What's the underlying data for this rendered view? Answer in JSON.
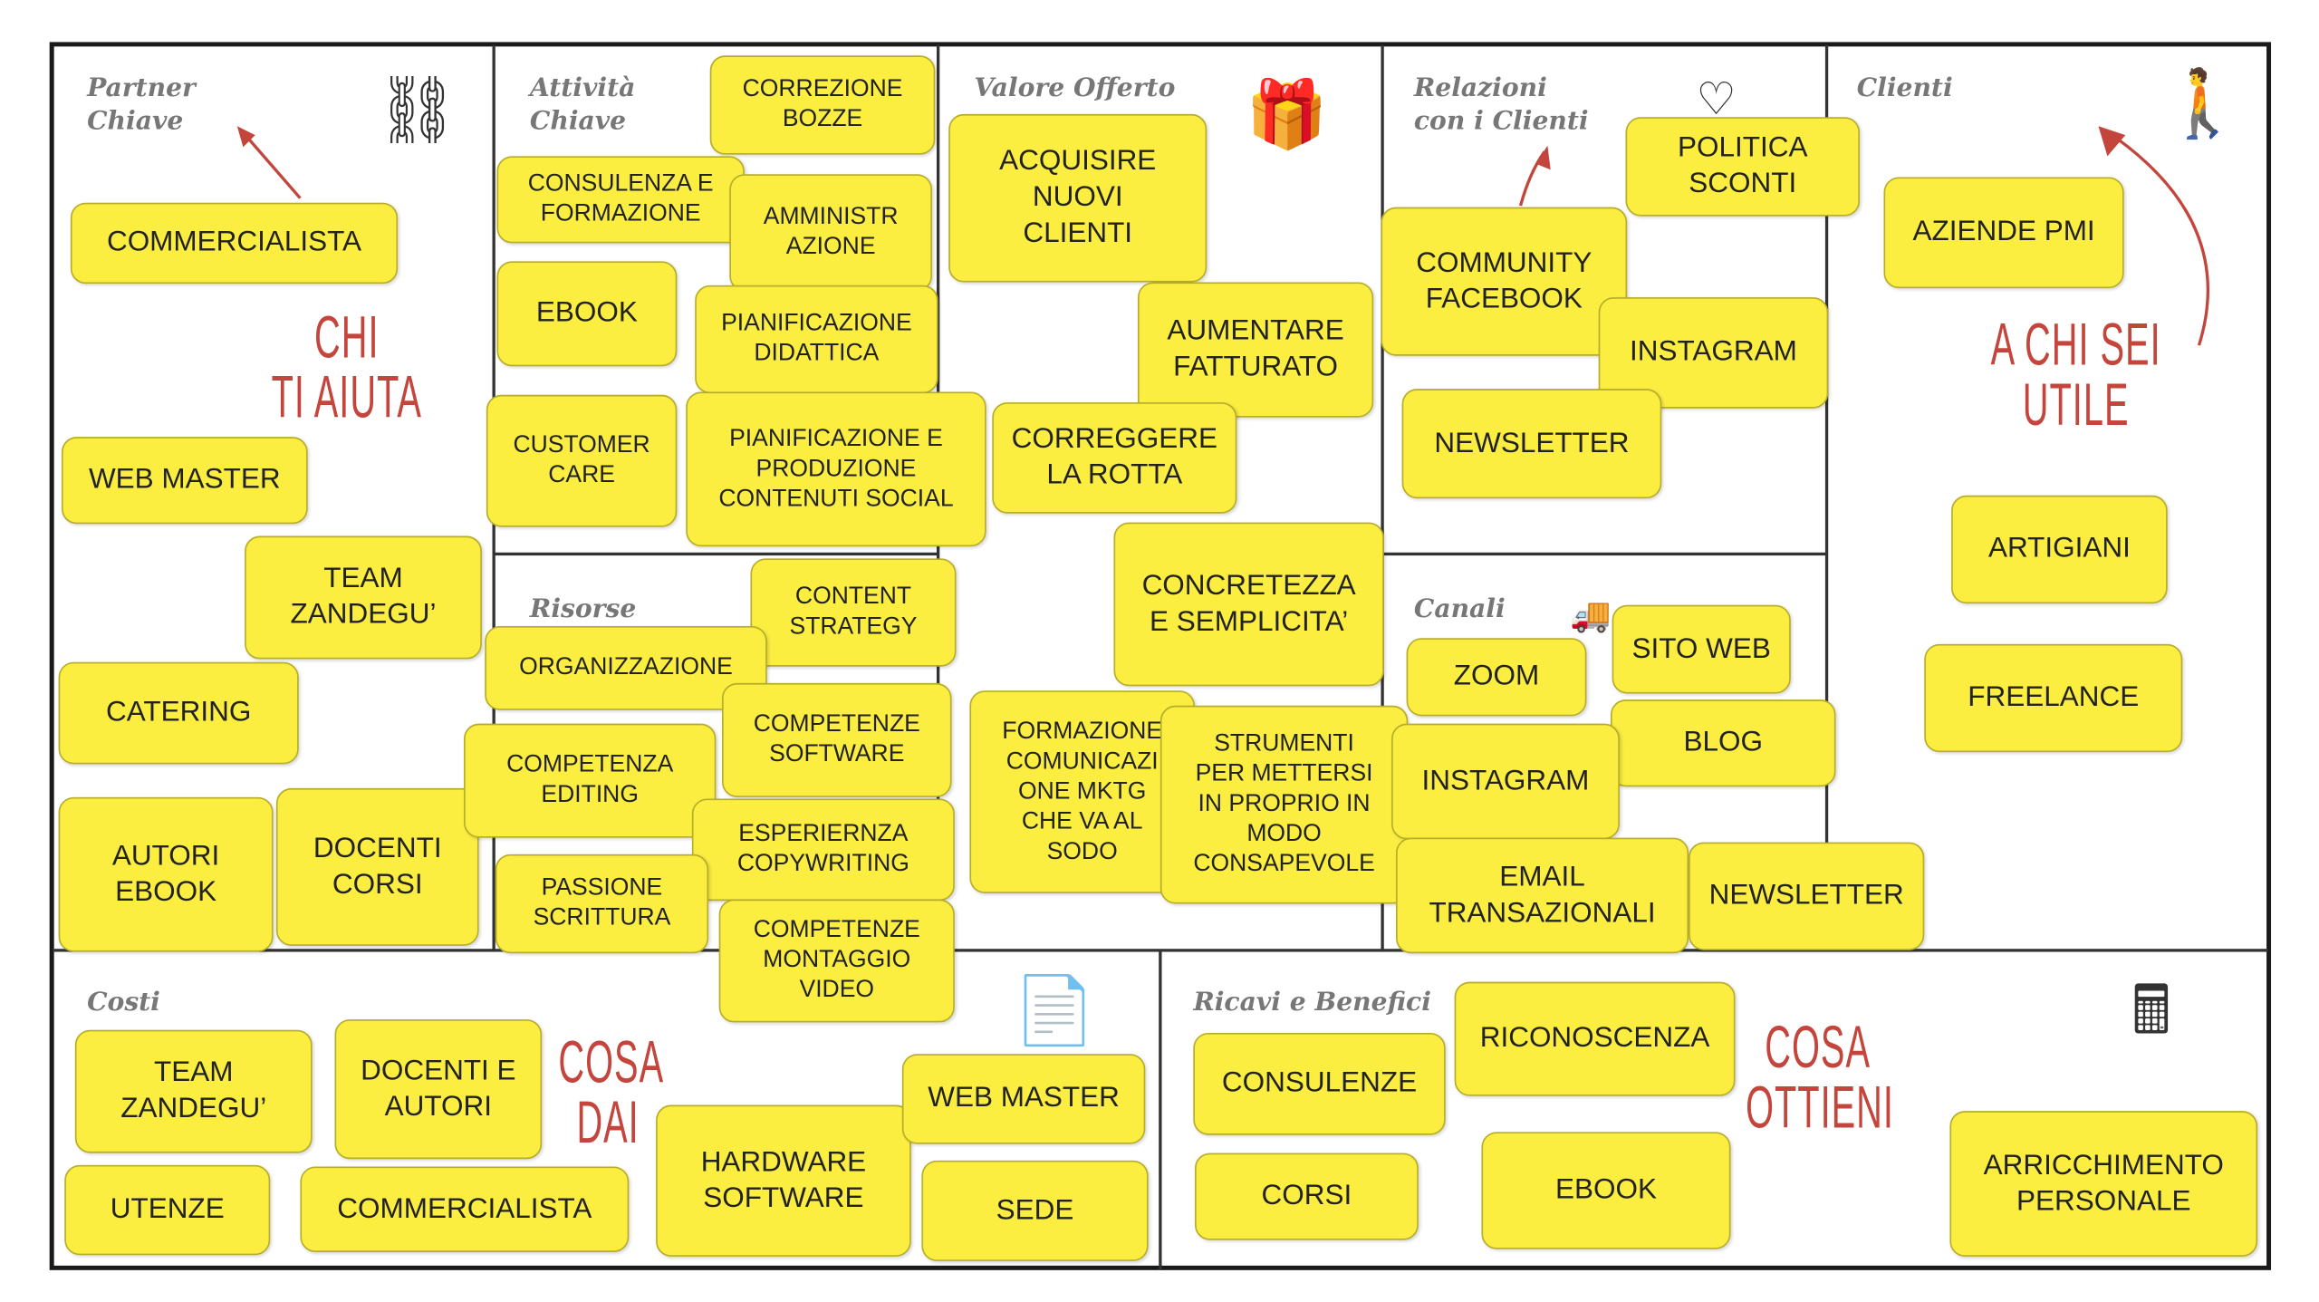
{
  "sections": {
    "partner": "Partner\nChiave",
    "attivita": "Attività\nChiave",
    "valore": "Valore Offerto",
    "relazioni": "Relazioni\ncon i Clienti",
    "clienti": "Clienti",
    "risorse": "Risorse",
    "canali": "Canali",
    "costi": "Costi",
    "ricavi": "Ricavi e Benefici"
  },
  "handwritten": {
    "partner": "CHI\nTI AIUTA",
    "clienti": "A CHI SEI\nUTILE",
    "costi": "COSA\nDAI",
    "ricavi": "COSA\nOTTIENI"
  },
  "icons": [
    "chain-icon",
    "gift-icon",
    "heart-icon",
    "person-icon",
    "truck-icon",
    "paper-icon",
    "cash-register-icon"
  ],
  "notes": [
    {
      "section": "partner",
      "text": "COMMERCIALISTA"
    },
    {
      "section": "partner",
      "text": "WEB MASTER"
    },
    {
      "section": "partner",
      "text": "TEAM\nZANDEGU’"
    },
    {
      "section": "partner",
      "text": "CATERING"
    },
    {
      "section": "partner",
      "text": "AUTORI\nEBOOK"
    },
    {
      "section": "partner",
      "text": "DOCENTI\nCORSI"
    },
    {
      "section": "attivita",
      "text": "CORREZIONE\nBOZZE"
    },
    {
      "section": "attivita",
      "text": "CONSULENZA E\nFORMAZIONE"
    },
    {
      "section": "attivita",
      "text": "AMMINISTR\nAZIONE"
    },
    {
      "section": "attivita",
      "text": "EBOOK"
    },
    {
      "section": "attivita",
      "text": "PIANIFICAZIONE\nDIDATTICA"
    },
    {
      "section": "attivita",
      "text": "CUSTOMER\nCARE"
    },
    {
      "section": "attivita",
      "text": "PIANIFICAZIONE E\nPRODUZIONE\nCONTENUTI  SOCIAL"
    },
    {
      "section": "risorse",
      "text": "CONTENT\nSTRATEGY"
    },
    {
      "section": "risorse",
      "text": "ORGANIZZAZIONE"
    },
    {
      "section": "risorse",
      "text": "COMPETENZE\nSOFTWARE"
    },
    {
      "section": "risorse",
      "text": "COMPETENZA\nEDITING"
    },
    {
      "section": "risorse",
      "text": "ESPERIERNZA\nCOPYWRITING"
    },
    {
      "section": "risorse",
      "text": "PASSIONE\nSCRITTURA"
    },
    {
      "section": "risorse",
      "text": "COMPETENZE\nMONTAGGIO\nVIDEO"
    },
    {
      "section": "valore",
      "text": "ACQUISIRE\nNUOVI\nCLIENTI"
    },
    {
      "section": "valore",
      "text": "AUMENTARE\nFATTURATO"
    },
    {
      "section": "valore",
      "text": "CORREGGERE\nLA ROTTA"
    },
    {
      "section": "valore",
      "text": "CONCRETEZZA\nE SEMPLICITA’"
    },
    {
      "section": "valore",
      "text": "FORMAZIONE\nCOMUNICAZI\nONE MKTG\nCHE VA AL\nSODO"
    },
    {
      "section": "valore",
      "text": "STRUMENTI\nPER METTERSI\nIN PROPRIO IN\nMODO\nCONSAPEVOLE"
    },
    {
      "section": "relazioni",
      "text": "POLITICA\nSCONTI"
    },
    {
      "section": "relazioni",
      "text": "COMMUNITY\nFACEBOOK"
    },
    {
      "section": "relazioni",
      "text": "INSTAGRAM"
    },
    {
      "section": "relazioni",
      "text": "NEWSLETTER"
    },
    {
      "section": "canali",
      "text": "SITO WEB"
    },
    {
      "section": "canali",
      "text": "ZOOM"
    },
    {
      "section": "canali",
      "text": "BLOG"
    },
    {
      "section": "canali",
      "text": "INSTAGRAM"
    },
    {
      "section": "canali",
      "text": "EMAIL\nTRANSAZIONALI"
    },
    {
      "section": "canali",
      "text": "NEWSLETTER"
    },
    {
      "section": "clienti",
      "text": "AZIENDE PMI"
    },
    {
      "section": "clienti",
      "text": "ARTIGIANI"
    },
    {
      "section": "clienti",
      "text": "FREELANCE"
    },
    {
      "section": "costi",
      "text": "TEAM\nZANDEGU’"
    },
    {
      "section": "costi",
      "text": "DOCENTI E\nAUTORI"
    },
    {
      "section": "costi",
      "text": "UTENZE"
    },
    {
      "section": "costi",
      "text": "COMMERCIALISTA"
    },
    {
      "section": "costi",
      "text": "HARDWARE\nSOFTWARE"
    },
    {
      "section": "costi",
      "text": "WEB MASTER"
    },
    {
      "section": "costi",
      "text": "SEDE"
    },
    {
      "section": "ricavi",
      "text": "RICONOSCENZA"
    },
    {
      "section": "ricavi",
      "text": "CONSULENZE"
    },
    {
      "section": "ricavi",
      "text": "CORSI"
    },
    {
      "section": "ricavi",
      "text": "EBOOK"
    },
    {
      "section": "ricavi",
      "text": "ARRICCHIMENTO\nPERSONALE"
    }
  ],
  "colors": {
    "note": "#fbee41",
    "handwriting": "#c4453c",
    "title": "#777777"
  }
}
